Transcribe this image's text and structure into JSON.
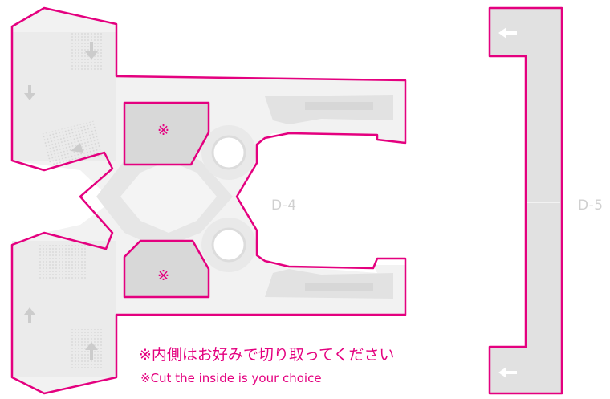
{
  "pieces": {
    "d4_label": "D-4",
    "d5_label": "D-5",
    "cut_mark_top": "※",
    "cut_mark_bottom": "※"
  },
  "notes": {
    "japanese": "※内側はお好みで切り取ってください",
    "english": "※Cut the inside is your choice"
  },
  "colors": {
    "cut_line": "#e4007f",
    "fill_light": "#ececec",
    "fill_mid": "#dcdcdc",
    "fill_dark": "#d0d0d0",
    "arrow": "#ffffff",
    "label": "#d0d0d0"
  }
}
